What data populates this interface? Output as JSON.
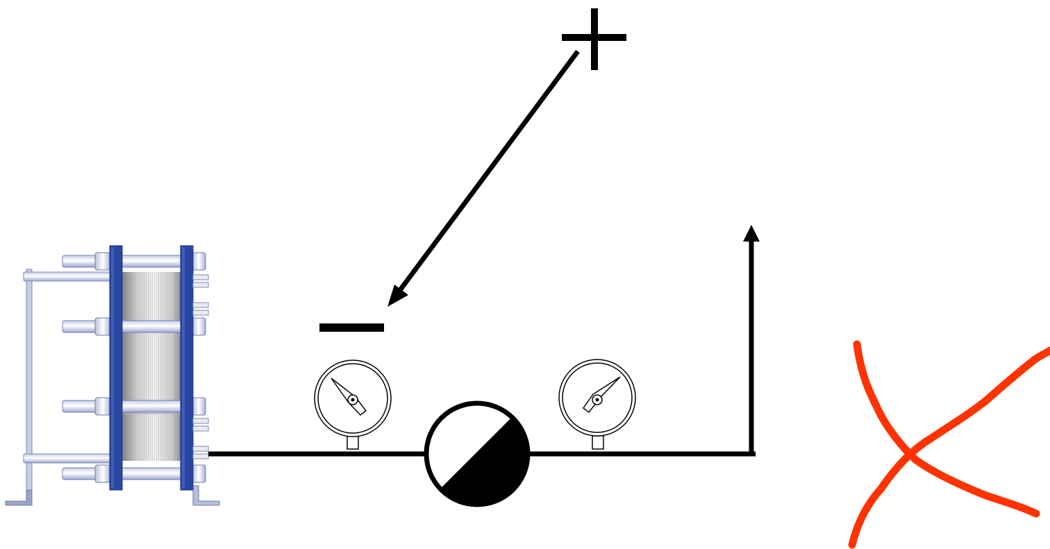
{
  "diagram": {
    "labels": {
      "plus": "+",
      "minus": "−"
    },
    "components": [
      {
        "id": "plate-heat-exchanger",
        "type": "heat-exchanger"
      },
      {
        "id": "pressure-gauge-suction",
        "type": "pressure-gauge"
      },
      {
        "id": "circulation-pump",
        "type": "pump"
      },
      {
        "id": "pressure-gauge-discharge",
        "type": "pressure-gauge"
      },
      {
        "id": "discharge-line-up-arrow",
        "type": "arrow"
      },
      {
        "id": "cross-mark",
        "type": "mark"
      }
    ],
    "colors": {
      "line": "#000000",
      "frame_blue": "#2a46a0",
      "frame_blue_dark": "#1d3382",
      "plates_light": "#f1f1f1",
      "plates_dark": "#9a9a9a",
      "rod": "#e6e9f0",
      "rod_edge": "#5a6db0",
      "support": "#9aa3c8",
      "cross": "#ff3300"
    }
  }
}
